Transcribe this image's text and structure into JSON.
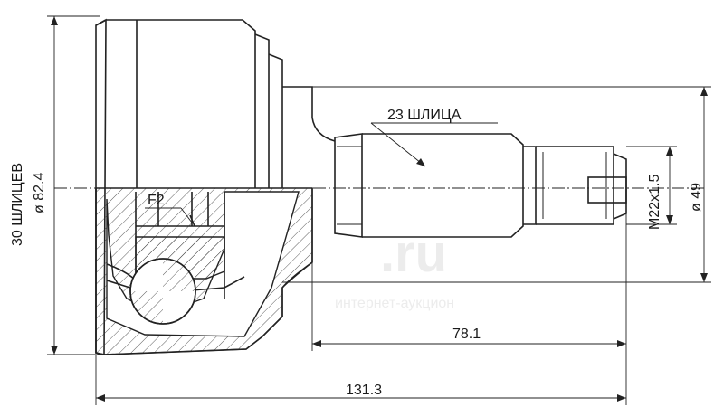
{
  "labels": {
    "shaft_splines": "23 ШЛИЦА",
    "hub_splines": "30 ШЛИЦЕВ",
    "outer_diameter": "ø 82.4",
    "thread": "M22x1.5",
    "abs_diameter": "ø 49",
    "chamfer": "F2",
    "shaft_length": "78.1",
    "total_length": "131.3"
  },
  "watermark": {
    "site": ".ru",
    "caption": "интернет-аукцион"
  }
}
